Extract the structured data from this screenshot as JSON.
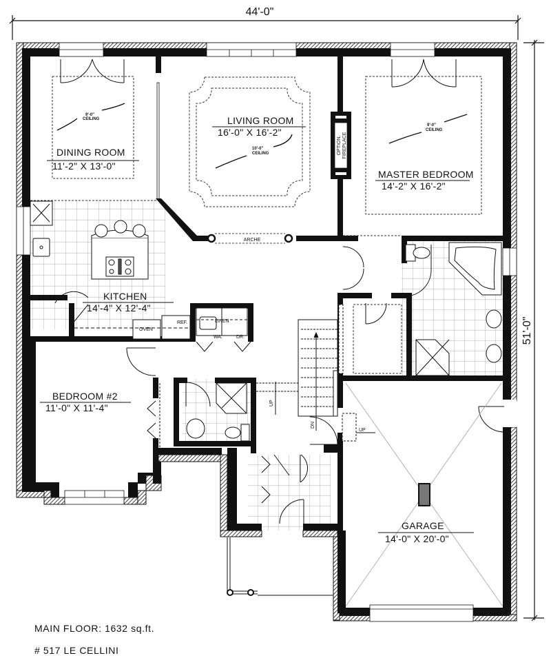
{
  "plan": {
    "overall_width": "44'-0\"",
    "overall_depth": "51'-0\"",
    "rooms": [
      {
        "name": "DINING ROOM",
        "size": "11'-2\" X 13'-0\"",
        "ceiling": "9'-0\"",
        "ceiling_label": "CEILING"
      },
      {
        "name": "LIVING ROOM",
        "size": "16'-0\" X 16'-2\"",
        "ceiling": "10'-0\"",
        "ceiling_label": "CEILING"
      },
      {
        "name": "MASTER BEDROOM",
        "size": "14'-2\" X 16'-2\"",
        "ceiling": "9'-0\"",
        "ceiling_label": "CEILING"
      },
      {
        "name": "KITCHEN",
        "size": "14'-4\" X 12'-4\""
      },
      {
        "name": "BEDROOM #2",
        "size": "11'-0\" X 11'-4\""
      },
      {
        "name": "GARAGE",
        "size": "14'-0\" X 20'-0\""
      }
    ],
    "annotations": {
      "fireplace_line1": "OPTION.",
      "fireplace_line2": "FIREPLACE",
      "arche": "ARCHE",
      "oven": "OVEN",
      "ref": "REF.",
      "linen": "LINEN",
      "washer": "WA.",
      "dryer": "DR.",
      "up_hall": "UP",
      "up_garage": "UP",
      "dn": "DN"
    }
  },
  "footer": {
    "main_floor": "MAIN FLOOR: 1632 sq.ft.",
    "model": "# 517 LE CELLINI"
  }
}
